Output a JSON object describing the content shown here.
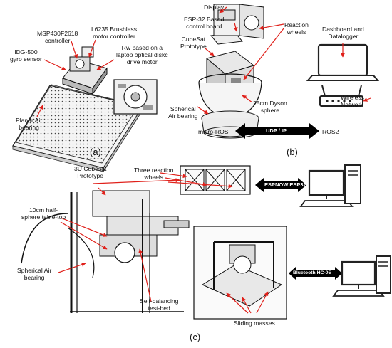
{
  "panel_a": {
    "caption": "(a)",
    "labels": {
      "msp": "MSP430F2618\ncontroller",
      "l6235": "L6235 Brushless\nmotor controller",
      "idg": "IDG-500\ngyro sensor",
      "rw": "Rw based on a\nlaptop optical diskc\ndrive motor",
      "planar": "Planar Air\nbearing"
    }
  },
  "panel_b": {
    "caption": "(b)",
    "labels": {
      "display": "Display",
      "esp": "ESP-32 Based\ncontrol board",
      "cubesat": "CubeSat\nPrototype",
      "reaction": "Reaction\nwheels",
      "dashboard": "Dashboard and\nDatalogger",
      "wireless": "Wireless\nNetwork",
      "dyson": "25cm Dyson\nsphere",
      "spherical": "Spherical\nAir bearing",
      "microros": "micro-ROS",
      "ros2": "ROS2",
      "udp": "UDP / IP"
    }
  },
  "panel_c": {
    "caption": "(c)",
    "labels": {
      "cubesat3u": "3U Cubesat\nPrototype",
      "three_rw": "Three reaction\nwheels",
      "halfsphere": "10cm half-\nsphere table-top",
      "spherical": "Spherical Air\nbearing",
      "selfbal": "Self-balancing\ntest-bed",
      "sliding": "Sliding masses",
      "espnow": "ESPNOW ESP32",
      "bluetooth": "Bluetooth HC-05"
    }
  },
  "colors": {
    "arrow_red": "#e0201a",
    "link_black": "#000000",
    "line_gray": "#333333"
  }
}
